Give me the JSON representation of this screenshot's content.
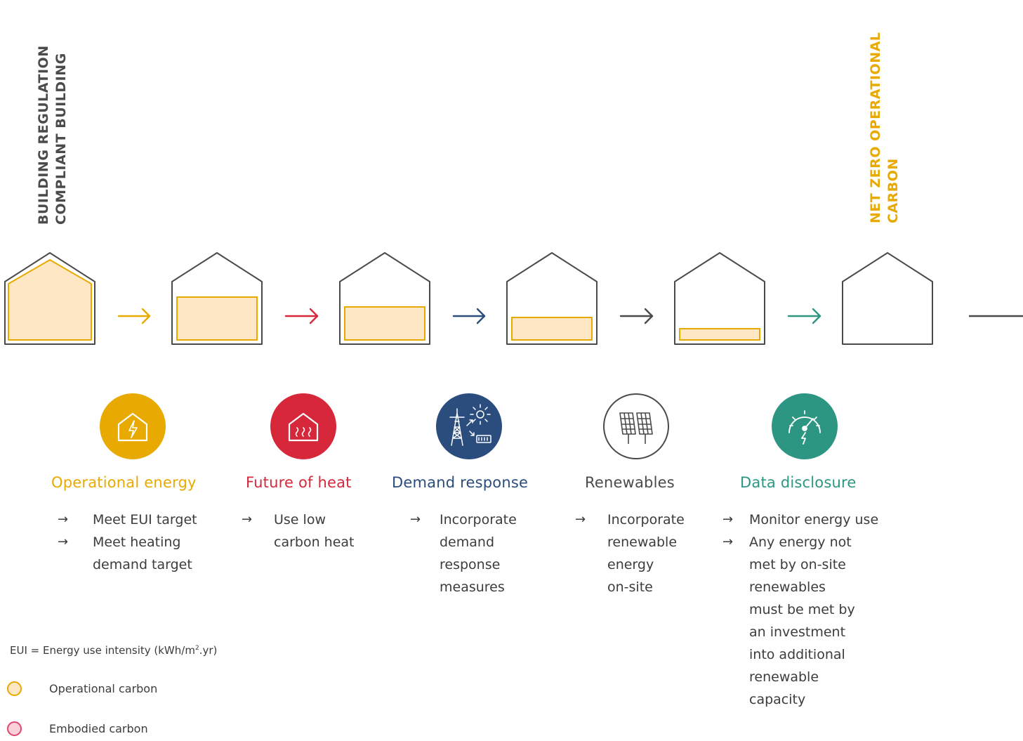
{
  "titles": {
    "start": [
      "BUILDING REGULATION",
      "COMPLIANT BUILDING"
    ],
    "end": [
      "NET ZERO OPERATIONAL",
      "CARBON"
    ]
  },
  "colors": {
    "operational": "#e8aa00",
    "heat": "#d7283b",
    "demand": "#2b4d7e",
    "renewables": "#4a4a4a",
    "disclosure": "#2d9682",
    "house_fill": "#fde7c5",
    "embodied_fill": "#fbd0d8",
    "embodied_stroke": "#e2456f"
  },
  "operational_carbon_levels": [
    1.0,
    0.6,
    0.45,
    0.3,
    0.15,
    0.0
  ],
  "steps": [
    {
      "title": "Operational energy",
      "icon": "house-lightning-icon",
      "bullets": [
        [
          "Meet EUI target"
        ],
        [
          "Meet heating",
          "demand target"
        ]
      ]
    },
    {
      "title": "Future of heat",
      "icon": "house-heat-icon",
      "bullets": [
        [
          "Use low",
          "carbon heat"
        ]
      ]
    },
    {
      "title": "Demand response",
      "icon": "pylon-sun-battery-icon",
      "bullets": [
        [
          "Incorporate",
          "demand",
          "response",
          "measures"
        ]
      ]
    },
    {
      "title": "Renewables",
      "icon": "solar-panels-icon",
      "bullets": [
        [
          "Incorporate",
          "renewable",
          "energy",
          "on-site"
        ]
      ]
    },
    {
      "title": "Data disclosure",
      "icon": "meter-gauge-icon",
      "bullets": [
        [
          "Monitor energy use"
        ],
        [
          "Any energy not",
          "met  by on-site",
          "renewables",
          "must be met by",
          "an investment",
          "into additional",
          "renewable",
          "capacity"
        ]
      ]
    }
  ],
  "arrow_glyph": "→",
  "note": {
    "text": "EUI = Energy use intensity (kWh/m",
    "sup": "2",
    "suffix": ".yr)"
  },
  "legend": [
    {
      "label": "Operational carbon",
      "kind": "operational"
    },
    {
      "label": "Embodied carbon",
      "kind": "embodied"
    }
  ]
}
